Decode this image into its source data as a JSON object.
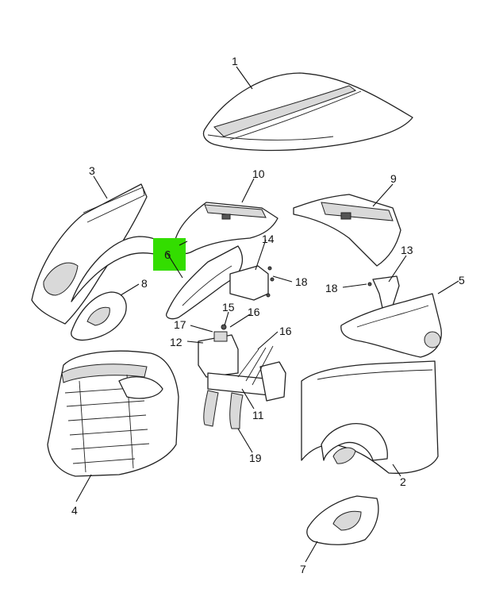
{
  "highlight_color": "#33dd00",
  "callouts": {
    "c1": "1",
    "c2": "2",
    "c3": "3",
    "c4": "4",
    "c5": "5",
    "c6": "6",
    "c7": "7",
    "c8": "8",
    "c9": "9",
    "c10": "10",
    "c11": "11",
    "c12": "12",
    "c13": "13",
    "c14": "14",
    "c15": "15",
    "c16a": "16",
    "c16b": "16",
    "c17": "17",
    "c18a": "18",
    "c18b": "18",
    "c19": "19"
  }
}
